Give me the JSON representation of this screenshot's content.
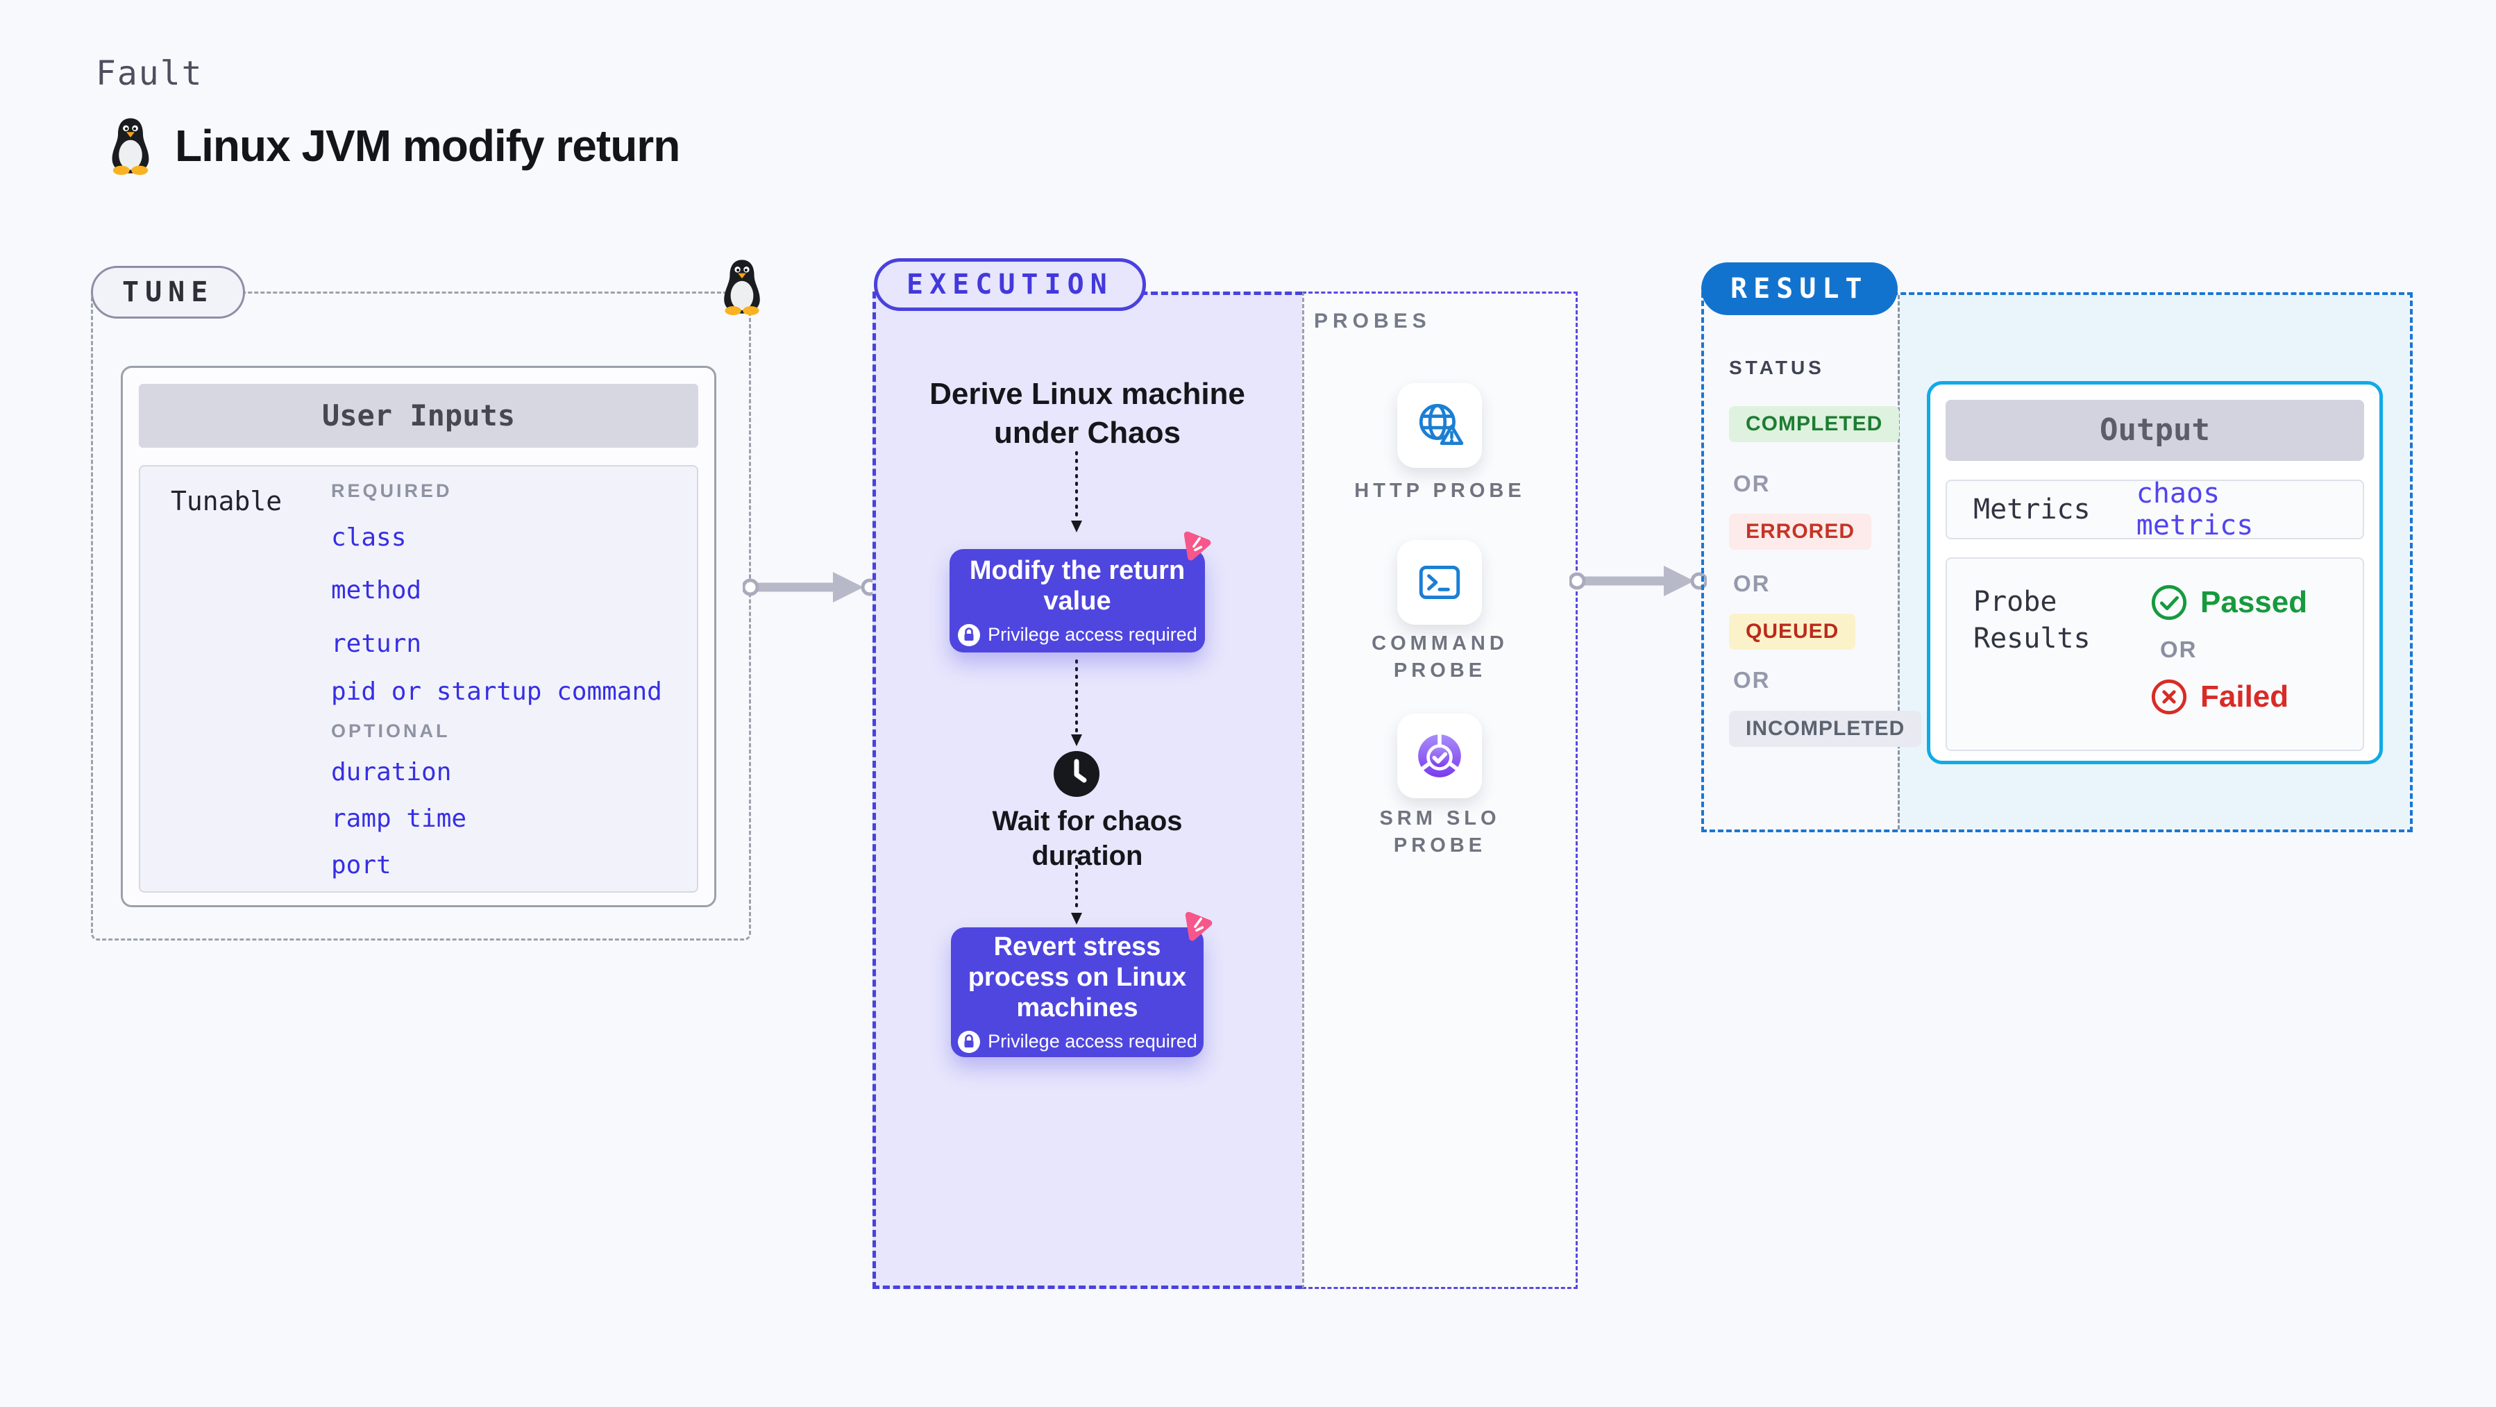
{
  "page": {
    "background": "#f8f9fc",
    "kicker": "Fault",
    "title": "Linux JVM modify return",
    "title_icon": "linux-tux"
  },
  "tune": {
    "label": "TUNE",
    "card": {
      "title": "User Inputs",
      "row_label": "Tunable",
      "link_color": "#372ee4",
      "groups": [
        {
          "heading": "REQUIRED",
          "items": [
            "class",
            "method",
            "return",
            "pid or startup command"
          ]
        },
        {
          "heading": "OPTIONAL",
          "items": [
            "duration",
            "ramp time",
            "port"
          ]
        }
      ]
    }
  },
  "execution": {
    "label": "EXECUTION",
    "accent": "#4a41dd",
    "fill": "#e7e6fc",
    "action_color": "#4f46e0",
    "derive_step": "Derive Linux machine under Chaos",
    "action1": {
      "title": "Modify the return value",
      "badge": "Privilege access required"
    },
    "wait_step": "Wait for chaos duration",
    "action2": {
      "title": "Revert stress process on Linux machines",
      "badge": "Privilege access required"
    }
  },
  "probes": {
    "label": "PROBES",
    "items": [
      {
        "name": "HTTP PROBE",
        "icon": "globe-alert-icon"
      },
      {
        "name": "COMMAND PROBE",
        "icon": "terminal-icon"
      },
      {
        "name": "SRM SLO PROBE",
        "icon": "slo-donut-icon"
      }
    ]
  },
  "result": {
    "label": "RESULT",
    "pill_color": "#1273cf",
    "status": {
      "heading": "STATUS",
      "separator": "OR",
      "badges": [
        {
          "text": "COMPLETED",
          "fg": "#1d7d32",
          "bg": "#dff1df"
        },
        {
          "text": "ERRORED",
          "fg": "#c33527",
          "bg": "#fcebea"
        },
        {
          "text": "QUEUED",
          "fg": "#bb2a1c",
          "bg": "#fcf2ca"
        },
        {
          "text": "INCOMPLETED",
          "fg": "#5c6370",
          "bg": "#e9eaf1"
        }
      ]
    },
    "output": {
      "title": "Output",
      "metrics_label": "Metrics",
      "metrics_value": "chaos metrics",
      "probe_results_label": "Probe Results",
      "separator": "OR",
      "passed_label": "Passed",
      "failed_label": "Failed",
      "passed_color": "#169a3e",
      "failed_color": "#d92b26",
      "accent": "#10aae6"
    }
  }
}
